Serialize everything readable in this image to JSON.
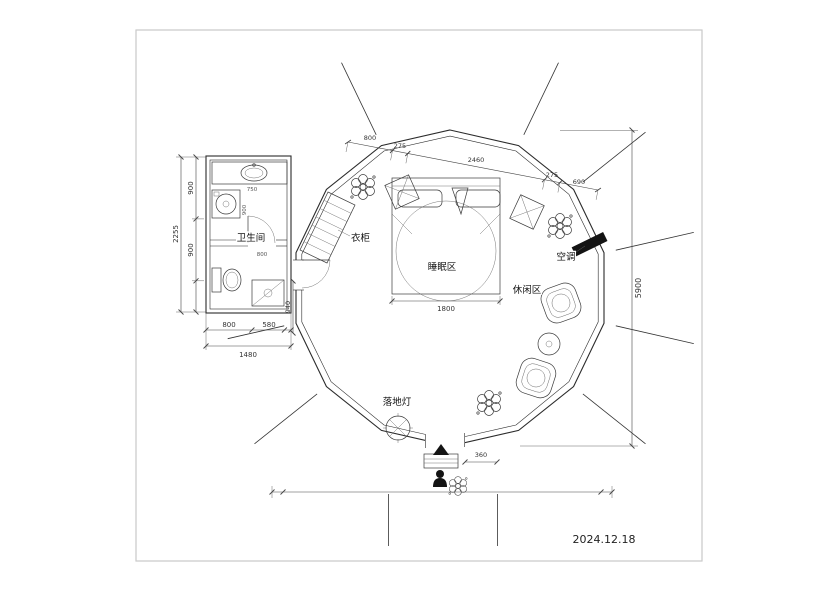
{
  "title_block": {
    "date": "2024.12.18"
  },
  "labels": {
    "bathroom": "卫生间",
    "wardrobe": "衣柜",
    "sleeping_area": "睡眠区",
    "leisure_area": "休闲区",
    "air_conditioner": "空调",
    "floor_lamp": "落地灯"
  },
  "dimensions": {
    "bath_height_total": "2255",
    "bath_height_seg1": "900",
    "bath_height_seg2": "900",
    "bath_width_seg1": "800",
    "bath_width_seg2": "580",
    "bath_width_total": "1480",
    "plan_height": "5900",
    "bed_width": "1800",
    "top_seg1": "800",
    "top_seg2": "275",
    "top_seg3": "2460",
    "top_seg4": "275",
    "top_seg5": "690",
    "entry_width": "360",
    "side_offset": "940",
    "bath_small_1": "750",
    "bath_small_2": "900",
    "bath_small_3": "800"
  }
}
